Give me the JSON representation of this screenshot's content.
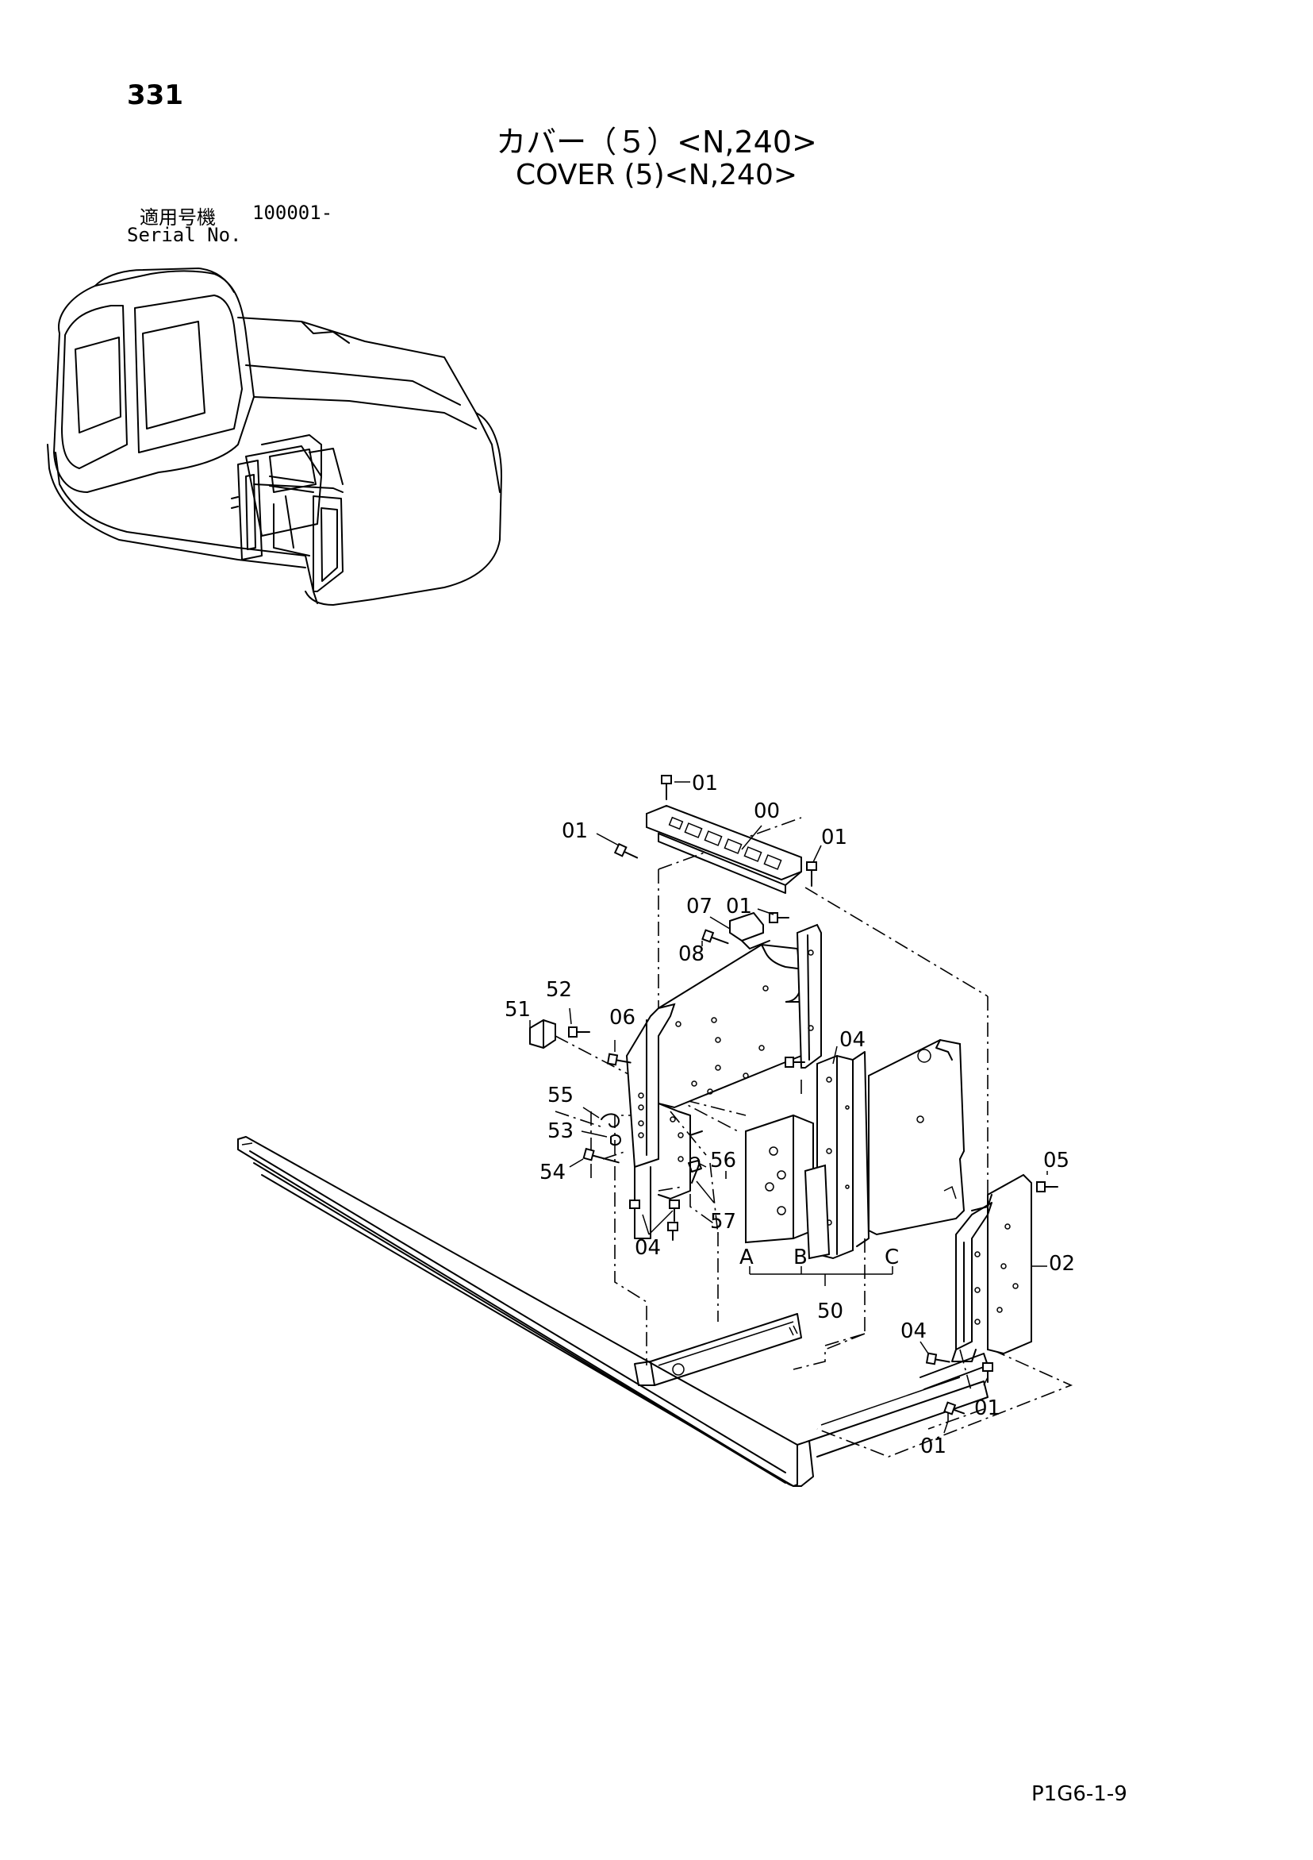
{
  "page_number": "331",
  "title_jp": "カバー（５）<N,240>",
  "title_en": "COVER (5)<N,240>",
  "serial_label_jp": "適用号機",
  "serial_value": "100001-",
  "serial_label_en": "Serial No.",
  "sheet_code": "P1G6-1-9",
  "callouts": {
    "c01a": "01",
    "c00": "00",
    "c01b": "01",
    "c01c": "01",
    "c07": "07",
    "c01d": "01",
    "c08": "08",
    "c52": "52",
    "c51": "51",
    "c06": "06",
    "c04a": "04",
    "c55": "55",
    "c53": "53",
    "c54": "54",
    "c56": "56",
    "c57": "57",
    "c04b": "04",
    "cA": "A",
    "cB": "B",
    "cC": "C",
    "c50": "50",
    "c05": "05",
    "c02": "02",
    "c04c": "04",
    "c01e": "01",
    "c01f": "01"
  }
}
